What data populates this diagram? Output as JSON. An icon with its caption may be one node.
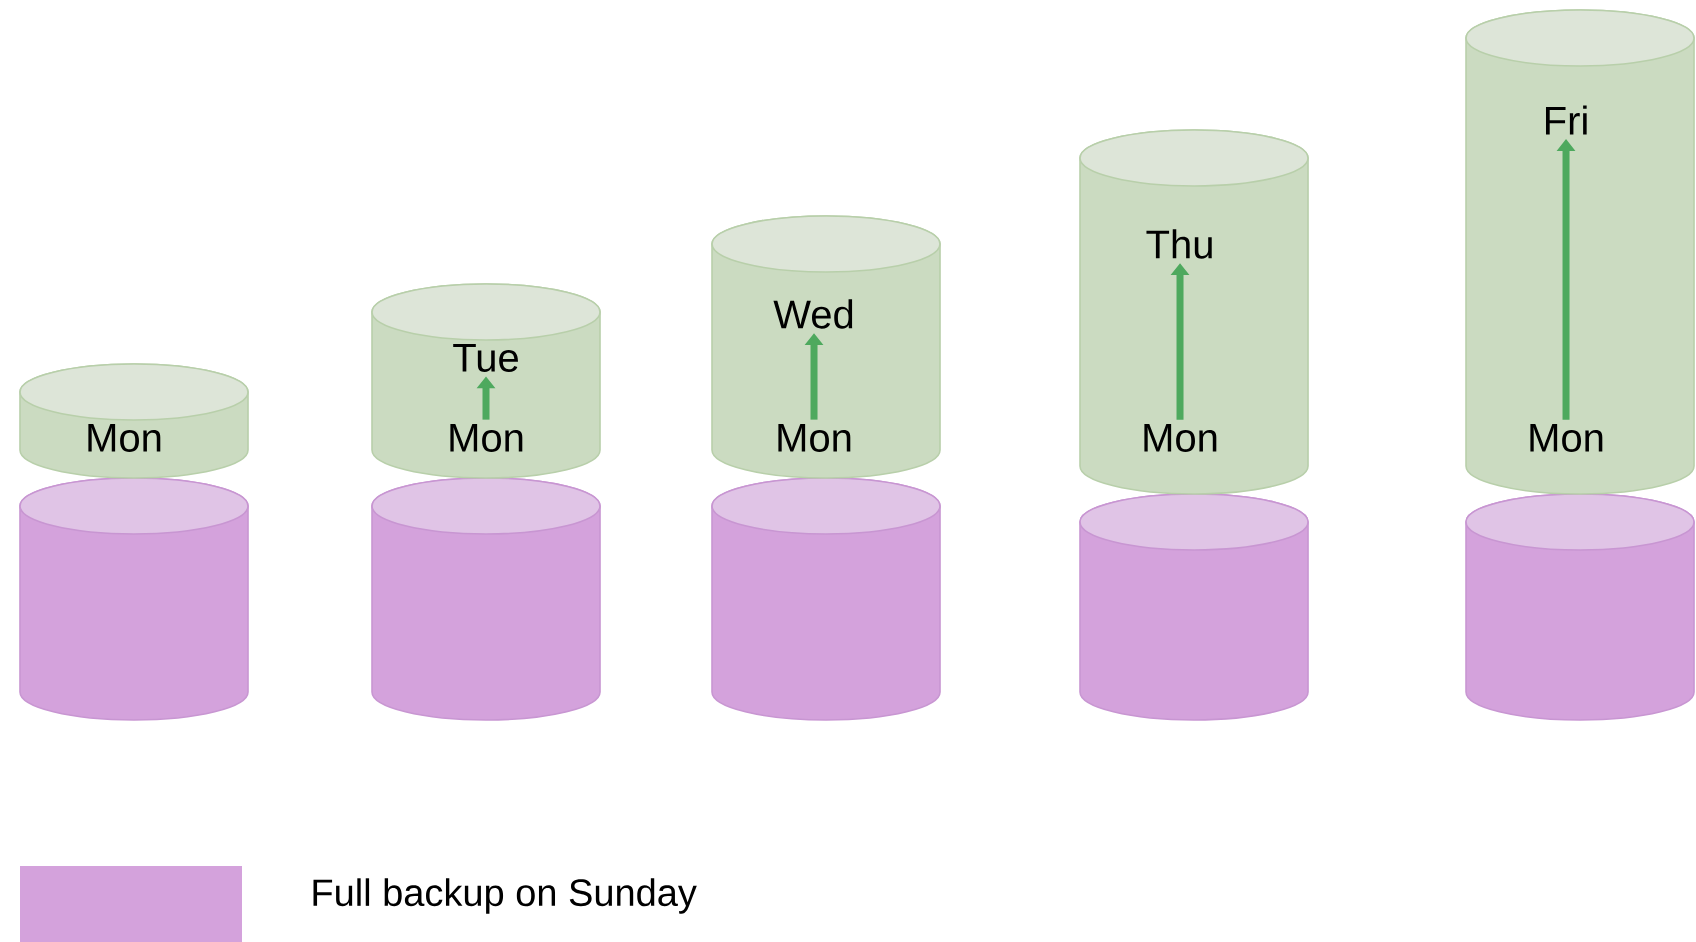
{
  "diagram": {
    "nodes": [
      {
        "text": [],
        "shape": "cylinder"
      },
      {
        "text": [
          "Mon"
        ],
        "in": 0
      },
      {
        "text": [],
        "shape": "cylinder"
      },
      {
        "text": [],
        "shape": "cylinder"
      },
      {
        "text": [
          "Tue"
        ],
        "in": 3
      },
      {
        "text": [
          "Mon"
        ],
        "in": 3
      },
      {
        "text": [],
        "shape": "cylinder"
      },
      {
        "text": [],
        "shape": "cylinder"
      },
      {
        "text": [
          "Wed"
        ],
        "in": 7
      },
      {
        "text": [
          "Mon"
        ],
        "in": 7
      },
      {
        "text": [],
        "shape": "cylinder"
      },
      {
        "text": [],
        "shape": "cylinder"
      },
      {
        "text": [
          "Thu"
        ],
        "in": 11
      },
      {
        "text": [
          "Mon"
        ],
        "in": 11
      },
      {
        "text": [],
        "shape": "cylinder"
      },
      {
        "text": [],
        "shape": "cylinder"
      },
      {
        "text": [
          "Fri"
        ],
        "in": 15
      },
      {
        "text": [
          "Mon"
        ],
        "in": 15
      },
      {
        "text": [],
        "shape": "cylinder"
      }
    ],
    "edges": [
      {
        "from": 5,
        "to": 4,
        "arrow": "to"
      },
      {
        "from": 9,
        "to": 8,
        "arrow": "to"
      },
      {
        "from": 13,
        "to": 12,
        "arrow": "to"
      },
      {
        "from": 17,
        "to": 16,
        "arrow": "to"
      }
    ],
    "legend": [
      {
        "text": "Full backup on Sunday",
        "color": "#d4a2dc"
      }
    ]
  }
}
